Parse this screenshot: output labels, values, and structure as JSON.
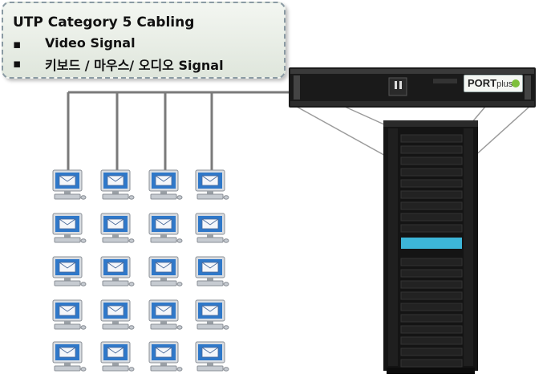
{
  "callout": {
    "title": "UTP Category  5 Cabling",
    "bullet_symbol": "▪",
    "items": [
      "Video Signal",
      "키보드 / 마우스/ 오디오 Signal"
    ]
  },
  "device": {
    "brand_main": "PORT",
    "brand_suffix": "plus"
  },
  "clients": {
    "rows": 5,
    "columns": 4,
    "icon": "computer-with-mail-icon"
  },
  "colors": {
    "wire": "#7a7a7a",
    "rack_body": "#141414",
    "rack_accent": "#3db6d8",
    "monitor_screen": "#2f78c9",
    "brand_dot": "#7dbf3a"
  }
}
